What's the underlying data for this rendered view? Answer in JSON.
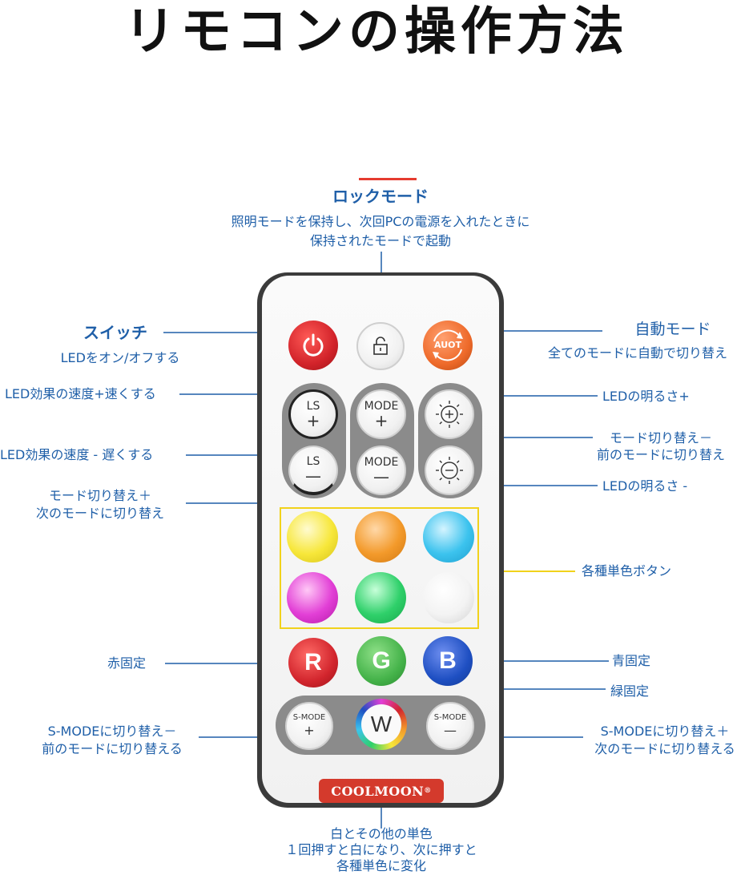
{
  "page_title": "リモコンの操作方法",
  "lock": {
    "title": "ロックモード",
    "desc_line1": "照明モードを保持し、次回PCの電源を入れたときに",
    "desc_line2": "保持されたモードで起動"
  },
  "switch": {
    "title": "スイッチ",
    "desc": "LEDをオン/オフする"
  },
  "auto": {
    "title": "自動モード",
    "desc": "全てのモードに自動で切り替え",
    "button_text": "AUOT"
  },
  "left_labels": {
    "speed_up": "LED効果の速度+速くする",
    "speed_down": "LED効果の速度 - 遅くする",
    "mode_plus_line1": "モード切り替え＋",
    "mode_plus_line2": "次のモードに切り替え",
    "red_fixed": "赤固定",
    "smode_minus_line1": "S-MODEに切り替え－",
    "smode_minus_line2": "前のモードに切り替える"
  },
  "right_labels": {
    "brightness_up": "LEDの明るさ+",
    "mode_minus_line1": "モード切り替え－",
    "mode_minus_line2": "前のモードに切り替え",
    "brightness_down": "LEDの明るさ -",
    "single_colors": "各種単色ボタン",
    "blue_fixed": "青固定",
    "green_fixed": "緑固定",
    "smode_plus_line1": "S-MODEに切り替え＋",
    "smode_plus_line2": "次のモードに切り替える"
  },
  "bottom": {
    "line1": "白とその他の単色",
    "line2": "１回押すと白になり、次に押すと",
    "line3": "各種単色に変化"
  },
  "remote": {
    "ls": "LS",
    "plus": "+",
    "minus": "—",
    "mode": "MODE",
    "smode": "S-MODE",
    "r": "R",
    "g": "G",
    "b": "B",
    "w": "W",
    "brand": "COOLMOON",
    "brand_mark": "®"
  },
  "colors": {
    "label_blue": "#1f5fa8",
    "power_red": "#d2232a",
    "auto_orange": "#ee6a2a",
    "yellow_ball": "#f7e73a",
    "orange_ball": "#f39a2b",
    "cyan_ball": "#3cc3ee",
    "magenta_ball": "#e23fd6",
    "green_ball": "#2fd06a",
    "white_ball": "#f3f3f3",
    "r_button": "#d2252d",
    "g_button": "#45b34a",
    "b_button": "#1e4fc2",
    "brand_red": "#d43a2c",
    "highlight_yellow": "#f1d21b"
  },
  "icons": [
    "power-icon",
    "lock-icon",
    "auto-cycle-icon",
    "sun-plus-icon",
    "sun-minus-icon",
    "rainbow-ring-icon"
  ]
}
